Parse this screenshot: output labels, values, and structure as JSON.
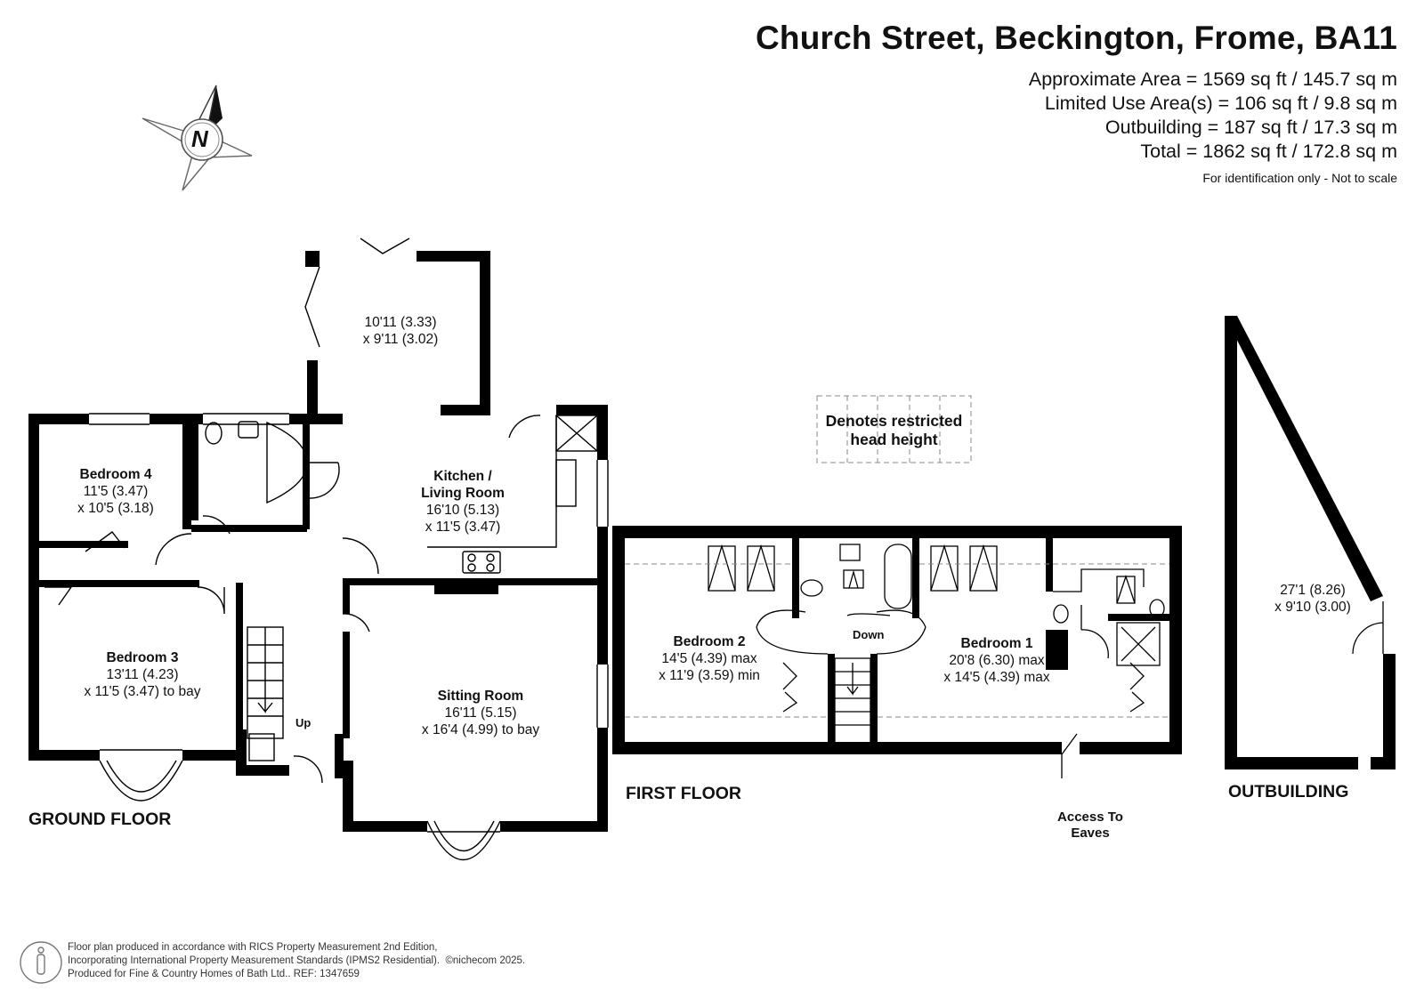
{
  "header": {
    "title": "Church Street, Beckington, Frome, BA11",
    "areas": [
      "Approximate Area = 1569 sq ft / 145.7 sq m",
      "Limited Use Area(s) = 106 sq ft / 9.8 sq m",
      "Outbuilding = 187 sq ft / 17.3 sq m",
      "Total = 1862 sq ft / 172.8 sq m"
    ],
    "note": "For identification only - Not to scale"
  },
  "compass": {
    "letter": "N"
  },
  "legend": {
    "line1": "Denotes restricted",
    "line2": "head height"
  },
  "ground_floor": {
    "label": "GROUND FLOOR",
    "rooms": [
      {
        "name": "Bedroom 4",
        "dim1": "11'5 (3.47)",
        "dim2": "x 10'5 (3.18)"
      },
      {
        "name": "Bedroom 3",
        "dim1": "13'11 (4.23)",
        "dim2": "x 11'5 (3.47) to bay"
      },
      {
        "name": "Kitchen /",
        "name2": "Living Room",
        "dim1": "16'10 (5.13)",
        "dim2": "x 11'5 (3.47)"
      },
      {
        "name": "Sitting Room",
        "dim1": "16'11 (5.15)",
        "dim2": "x 16'4 (4.99) to bay"
      },
      {
        "name": "",
        "dim1": "10'11 (3.33)",
        "dim2": "x 9'11 (3.02)"
      }
    ],
    "stairs_label": "Up"
  },
  "first_floor": {
    "label": "FIRST FLOOR",
    "rooms": [
      {
        "name": "Bedroom 2",
        "dim1": "14'5 (4.39) max",
        "dim2": "x 11'9 (3.59) min"
      },
      {
        "name": "Bedroom 1",
        "dim1": "20'8 (6.30) max",
        "dim2": "x 14'5 (4.39) max"
      }
    ],
    "stairs_label": "Down",
    "access_line1": "Access To",
    "access_line2": "Eaves"
  },
  "outbuilding": {
    "label": "OUTBUILDING",
    "dim1": "27'1 (8.26)",
    "dim2": "x 9'10 (3.00)"
  },
  "footer": {
    "line1": "Floor plan produced in accordance with RICS Property Measurement 2nd Edition,",
    "line2": "Incorporating International Property Measurement Standards (IPMS2 Residential).",
    "copyright": "©nichecom 2025.",
    "line3": "Produced for Fine & Country Homes of Bath Ltd..   REF: 1347659"
  }
}
